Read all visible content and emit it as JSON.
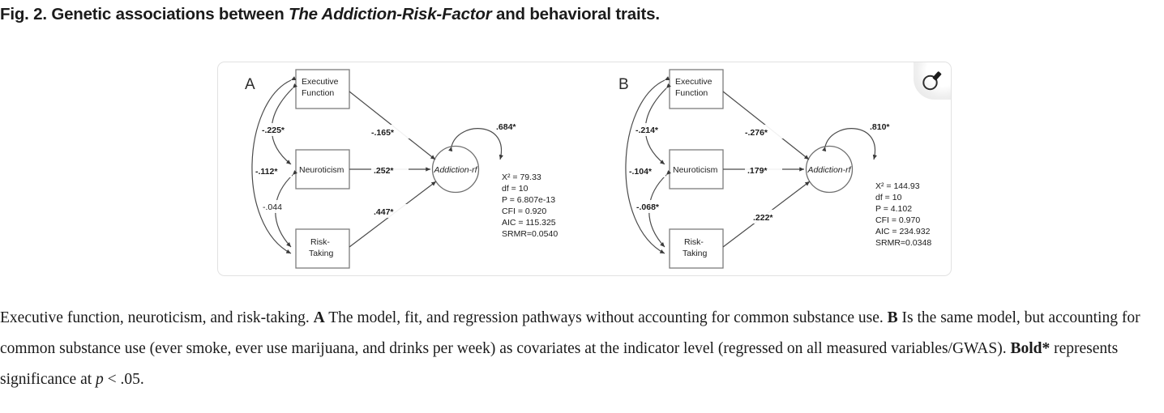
{
  "figure": {
    "title_prefix": "Fig. 2. Genetic associations between ",
    "title_italic": "The Addiction-Risk-Factor",
    "title_suffix": " and behavioral traits.",
    "zoom_icon_name": "magnifier-icon"
  },
  "panels": [
    {
      "id": "A",
      "label": "A",
      "nodes": {
        "exec": "Executive\nFunction",
        "exec_line1": "Executive",
        "exec_line2": "Function",
        "neuro": "Neuroticism",
        "risk_line1": "Risk-",
        "risk_line2": "Taking",
        "latent": "Addiction-rf"
      },
      "paths": {
        "exec_neuro": "-.225*",
        "neuro_risk": "-.044",
        "exec_risk": "-.112*",
        "exec_latent": "-.165*",
        "neuro_latent": ".252*",
        "risk_latent": ".447*",
        "latent_variance": ".684*"
      },
      "fit": [
        {
          "label": "X",
          "sup": "2",
          "value": " = 79.33"
        },
        {
          "label": "df",
          "sup": "",
          "value": " = 10"
        },
        {
          "label": "P",
          "sup": "",
          "value": " = 6.807e-13"
        },
        {
          "label": "CFI",
          "sup": "",
          "value": " = 0.920"
        },
        {
          "label": "AIC",
          "sup": "",
          "value": " = 115.325"
        },
        {
          "label": "SRMR",
          "sup": "",
          "value": "=0.0540"
        }
      ],
      "fit_lines": [
        "X² = 79.33",
        "df = 10",
        "P = 6.807e-13",
        "CFI = 0.920",
        "AIC = 115.325",
        "SRMR=0.0540"
      ]
    },
    {
      "id": "B",
      "label": "B",
      "nodes": {
        "exec_line1": "Executive",
        "exec_line2": "Function",
        "neuro": "Neuroticism",
        "risk_line1": "Risk-",
        "risk_line2": "Taking",
        "latent": "Addiction-rf"
      },
      "paths": {
        "exec_neuro": "-.214*",
        "neuro_risk": "-.068*",
        "exec_risk": "-.104*",
        "exec_latent": "-.276*",
        "neuro_latent": ".179*",
        "risk_latent": ".222*",
        "latent_variance": ".810*"
      },
      "fit_lines": [
        "X² = 144.93",
        "df = 10",
        "P = 4.102",
        "CFI = 0.970",
        "AIC = 234.932",
        "SRMR=0.0348"
      ]
    }
  ],
  "caption": {
    "seg1": "Executive function, neuroticism, and risk-taking. ",
    "bold_a": "A",
    "seg2": " The model, fit, and regression pathways without accounting for common substance use. ",
    "bold_b": "B",
    "seg3": " Is the same model, but accounting for common substance use (ever smoke, ever use marijuana, and drinks per week) as covariates at the indicator level (regressed on all measured variables/GWAS). ",
    "bold_c": "Bold*",
    "seg4": " represents significance at ",
    "italic_p": "p",
    "seg5": " < .05."
  },
  "colors": {
    "ink": "#1a1a1a",
    "stroke": "#555555",
    "box_border": "#7a7a7a",
    "panel_border": "#e2e2e2",
    "background": "#ffffff"
  }
}
